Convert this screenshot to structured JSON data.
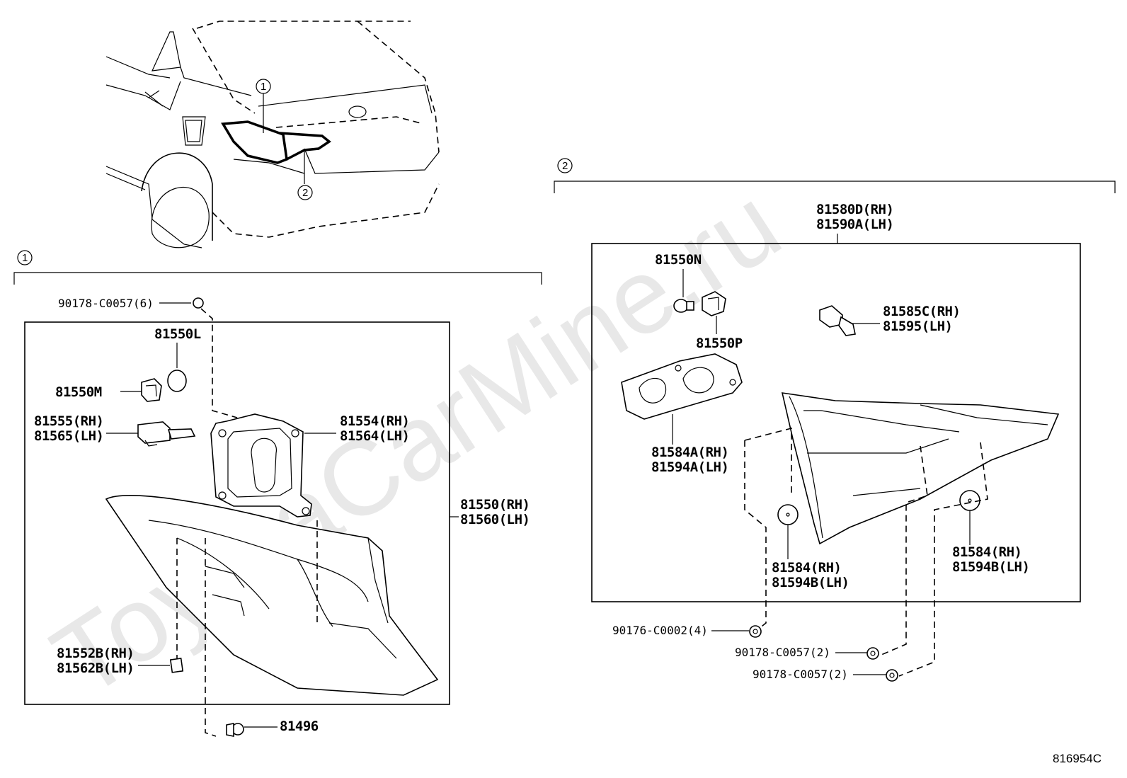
{
  "watermark": "ToyotaCarMine.ru",
  "diagram_code": "816954C",
  "callouts": {
    "one": "1",
    "two": "2"
  },
  "group1": {
    "labels": {
      "p90178_c0057_6": "90178-C0057(6)",
      "p81550L": "81550L",
      "p81550M": "81550M",
      "p81555": "81555(RH)",
      "p81565": "81565(LH)",
      "p81554": "81554(RH)",
      "p81564": "81564(LH)",
      "p81550": "81550(RH)",
      "p81560": "81560(LH)",
      "p81552B": "81552B(RH)",
      "p81562B": "81562B(LH)",
      "p81496": "81496"
    }
  },
  "group2": {
    "labels": {
      "p81580D": "81580D(RH)",
      "p81590A": "81590A(LH)",
      "p81550N": "81550N",
      "p81550P": "81550P",
      "p81585C": "81585C(RH)",
      "p81595": "81595(LH)",
      "p81584A": "81584A(RH)",
      "p81594A": "81594A(LH)",
      "p81584_mid": "81584(RH)",
      "p81594B_mid": "81594B(LH)",
      "p81584_right": "81584(RH)",
      "p81594B_right": "81594B(LH)",
      "p90176_c0002_4": "90176-C0002(4)",
      "p90178_c0057_2a": "90178-C0057(2)",
      "p90178_c0057_2b": "90178-C0057(2)"
    }
  }
}
